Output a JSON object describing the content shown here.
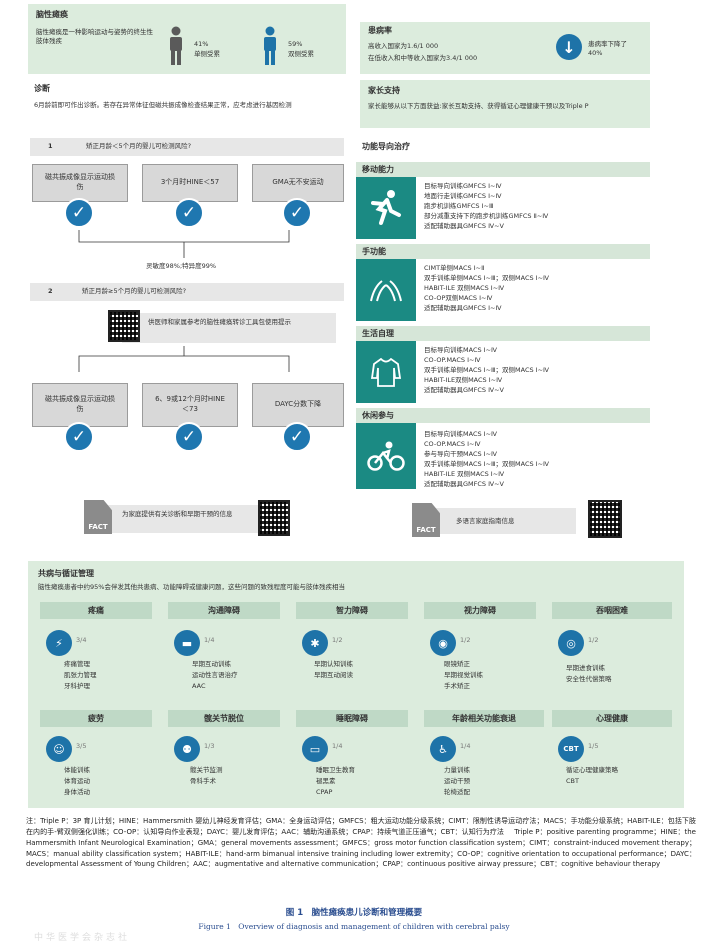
{
  "cp_box": {
    "title": "脑性瘫痪",
    "desc": "脑性瘫痪是一种影响运动与姿势的终生性肢体残疾",
    "unilateral_pct": "41%",
    "unilateral_label": "单侧受累",
    "bilateral_pct": "59%",
    "bilateral_label": "双侧受累"
  },
  "prevalence": {
    "title": "患病率",
    "line1": "高收入国家为1.6/1 000",
    "line2": "在低收入和中等收入国家为3.4/1 000",
    "drop_label": "患病率下降了40%"
  },
  "diagnosis": {
    "title": "诊断",
    "desc": "6月龄前即可作出诊断。若存在异常体征但磁共振成像检查结果正常，应考虑进行基因检测",
    "step1_num": "1",
    "step1_q": "矫正月龄＜5个月的婴儿可检测风险?",
    "step1_cards": [
      "磁共振成像显示运动损伤",
      "3个月时HINE＜57",
      "GMA无不安运动"
    ],
    "sens_spec": "灵敏度98%;特异度99%",
    "step2_num": "2",
    "step2_q": "矫正月龄≥5个月的婴儿可检测风险?",
    "qr_text": "供医师和家属参考的脑性瘫痪转诊工具包使用提示",
    "step2_cards": [
      "磁共振成像显示运动损伤",
      "6、9或12个月时HINE＜73",
      "DAYC分数下降"
    ],
    "fact_label": "FACT",
    "fact_text": "为家庭提供有关诊断和早期干预的信息"
  },
  "parent": {
    "title": "家长支持",
    "desc": "家长能够从以下方面获益:家长互助支持、获得循证心理健康干预以及Triple P"
  },
  "functional": {
    "title": "功能导向治疗",
    "sections": [
      {
        "title": "移动能力",
        "icon": "running-person-icon",
        "items": [
          "目标导向训练GMFCS Ⅰ~Ⅳ",
          "地面行走训练GMFCS Ⅰ~Ⅳ",
          "跑步机训练GMFCS Ⅰ~Ⅲ",
          "部分减重支持下的跑步机训练GMFCS Ⅱ~Ⅳ",
          "适配辅助器具GMFCS Ⅳ~Ⅴ"
        ]
      },
      {
        "title": "手功能",
        "icon": "hands-icon",
        "items": [
          "CIMT单侧MACS Ⅰ~Ⅱ",
          "双手训练单侧MACS Ⅰ~Ⅲ；双侧MACS Ⅰ~Ⅳ",
          "HABIT-ILE 双侧MACS Ⅰ~Ⅳ",
          "CO-OP双侧MACS Ⅰ~Ⅳ",
          "适配辅助器具GMFCS Ⅰ~Ⅳ"
        ]
      },
      {
        "title": "生活自理",
        "icon": "shirt-icon",
        "items": [
          "目标导向训练MACS Ⅰ~Ⅳ",
          "CO-OP.MACS Ⅰ~Ⅳ",
          "双手训练单侧MACS Ⅰ~Ⅲ；双侧MACS Ⅰ~Ⅳ",
          "HABIT-ILE双侧MACS Ⅰ~Ⅳ",
          "适配辅助器具GMFCS Ⅳ~Ⅴ"
        ]
      },
      {
        "title": "休闲参与",
        "icon": "bicycle-icon",
        "items": [
          "目标导向训练MACS Ⅰ~Ⅳ",
          "CO-OP.MACS Ⅰ~Ⅳ",
          "参与导向干预MACS Ⅰ~Ⅳ",
          "双手训练单侧MACS Ⅰ~Ⅲ；双侧MACS Ⅰ~Ⅳ",
          "HABIT-ILE 双侧MACS Ⅰ~Ⅳ",
          "适配辅助器具GMFCS Ⅳ~Ⅴ"
        ]
      }
    ],
    "fact_label": "FACT",
    "fact_text": "多语言家庭指南信息"
  },
  "comorbid": {
    "title": "共病与循证管理",
    "desc": "脑性瘫痪患者中约95%会伴发其他共患病、功能障碍或健康问题，这些问题的致残程度可能与肢体残疾相当",
    "row1": [
      {
        "title": "疼痛",
        "frac": "3/4",
        "icon": "lightning-icon",
        "items": [
          "疼痛管理",
          "肌张力管理",
          "牙科护理"
        ]
      },
      {
        "title": "沟通障碍",
        "frac": "1/4",
        "icon": "chat-icon",
        "items": [
          "早期互动训练",
          "运动性言语治疗",
          "AAC"
        ]
      },
      {
        "title": "智力障碍",
        "frac": "1/2",
        "icon": "puzzle-icon",
        "items": [
          "早期认知训练",
          "早期互动阅读"
        ]
      },
      {
        "title": "视力障碍",
        "frac": "1/2",
        "icon": "eye-icon",
        "items": [
          "眼镜矫正",
          "早期视觉训练",
          "手术矫正"
        ]
      },
      {
        "title": "吞咽困难",
        "frac": "1/2",
        "icon": "plate-icon",
        "items": [
          "早期进食训练",
          "安全性代偿策略"
        ]
      }
    ],
    "row2": [
      {
        "title": "疲劳",
        "frac": "3/5",
        "icon": "tired-face-icon",
        "items": [
          "体能训练",
          "体育运动",
          "身体活动"
        ]
      },
      {
        "title": "髋关节脱位",
        "frac": "1/3",
        "icon": "hip-icon",
        "items": [
          "髋关节监测",
          "骨科手术"
        ]
      },
      {
        "title": "睡眠障碍",
        "frac": "1/4",
        "icon": "bed-icon",
        "items": [
          "睡眠卫生教育",
          "褪黑素",
          "CPAP"
        ]
      },
      {
        "title": "年龄相关功能衰退",
        "frac": "1/4",
        "icon": "wheelchair-icon",
        "items": [
          "力量训练",
          "运动干预",
          "轮椅适配"
        ]
      },
      {
        "title": "心理健康",
        "frac": "1/5",
        "icon": "cbt-icon",
        "items": [
          "循证心理健康策略",
          "CBT"
        ]
      }
    ]
  },
  "notes": {
    "zh": "注：Triple P：3P 育儿计划；HINE：Hammersmith 婴幼儿神经发育评估；GMA：全身运动评估；GMFCS：粗大运动功能分级系统；CIMT：限制性诱导运动疗法；MACS：手功能分级系统；HABIT-ILE：包括下肢在内的手-臂双侧强化训练；CO-OP：认知导向作业表现；DAYC：婴儿发育评估；AAC：辅助沟通系统；CPAP：持续气道正压通气；CBT：认知行为疗法",
    "en": "Triple P：positive parenting programme；HINE：the Hammersmith Infant Neurological Examination；GMA：general movements assessment；GMFCS：gross motor function classification system；CIMT：constraint-induced movement therapy；MACS：manual ability classification system；HABIT-ILE：hand-arm bimanual intensive training including lower extremity；CO-OP：cognitive orientation to occupational performance；DAYC：developmental Assessment of Young Children；AAC：augmentative and alternative communication；CPAP：continuous positive airway pressure；CBT：cognitive behaviour therapy"
  },
  "caption": {
    "zh": "图 1　脑性瘫痪患儿诊断和管理概要",
    "en": "Figure 1　Overview of diagnosis and management of children with cerebral palsy"
  },
  "footer": {
    "publisher": "中华医学会杂志社"
  },
  "colors": {
    "teal": "#1b8a83",
    "blue": "#1e73a8",
    "pale_green": "#dcecdd"
  }
}
